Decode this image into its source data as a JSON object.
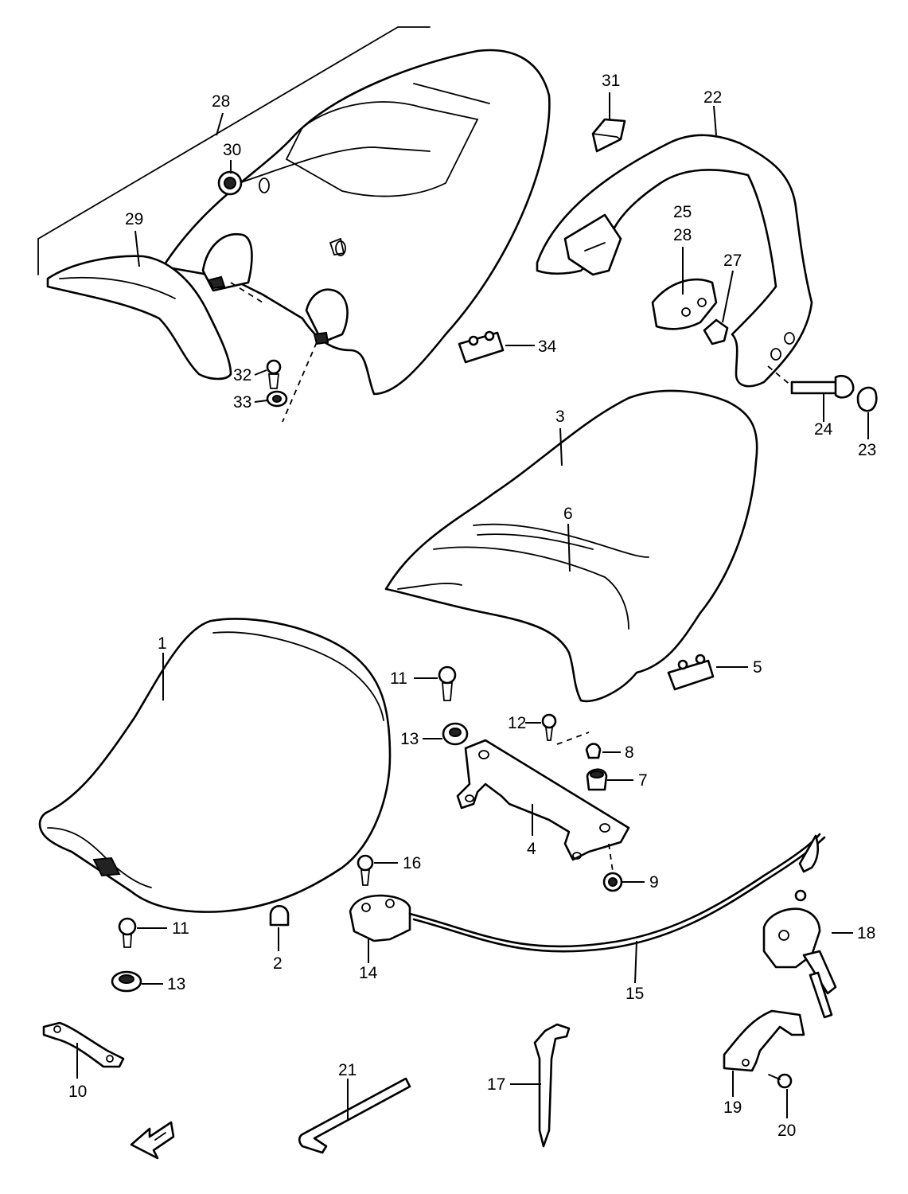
{
  "colors": {
    "line": "#000000",
    "background": "#ffffff"
  },
  "parts": [
    {
      "id": "p1",
      "number": "1"
    },
    {
      "id": "p2",
      "number": "2"
    },
    {
      "id": "p3",
      "number": "3"
    },
    {
      "id": "p4",
      "number": "4"
    },
    {
      "id": "p5",
      "number": "5"
    },
    {
      "id": "p6",
      "number": "6"
    },
    {
      "id": "p7",
      "number": "7"
    },
    {
      "id": "p8",
      "number": "8"
    },
    {
      "id": "p9",
      "number": "9"
    },
    {
      "id": "p10",
      "number": "10"
    },
    {
      "id": "p11a",
      "number": "11"
    },
    {
      "id": "p11b",
      "number": "11"
    },
    {
      "id": "p12",
      "number": "12"
    },
    {
      "id": "p13a",
      "number": "13"
    },
    {
      "id": "p13b",
      "number": "13"
    },
    {
      "id": "p14",
      "number": "14"
    },
    {
      "id": "p15",
      "number": "15"
    },
    {
      "id": "p16",
      "number": "16"
    },
    {
      "id": "p17",
      "number": "17"
    },
    {
      "id": "p18",
      "number": "18"
    },
    {
      "id": "p19",
      "number": "19"
    },
    {
      "id": "p20",
      "number": "20"
    },
    {
      "id": "p21",
      "number": "21"
    },
    {
      "id": "p22",
      "number": "22"
    },
    {
      "id": "p23",
      "number": "23"
    },
    {
      "id": "p24",
      "number": "24"
    },
    {
      "id": "p25",
      "number": "25"
    },
    {
      "id": "p26",
      "number": "28"
    },
    {
      "id": "p27",
      "number": "27"
    },
    {
      "id": "p28",
      "number": "28"
    },
    {
      "id": "p29",
      "number": "29"
    },
    {
      "id": "p30",
      "number": "30"
    },
    {
      "id": "p31",
      "number": "31"
    },
    {
      "id": "p32",
      "number": "32"
    },
    {
      "id": "p33",
      "number": "33"
    },
    {
      "id": "p34",
      "number": "34"
    }
  ]
}
